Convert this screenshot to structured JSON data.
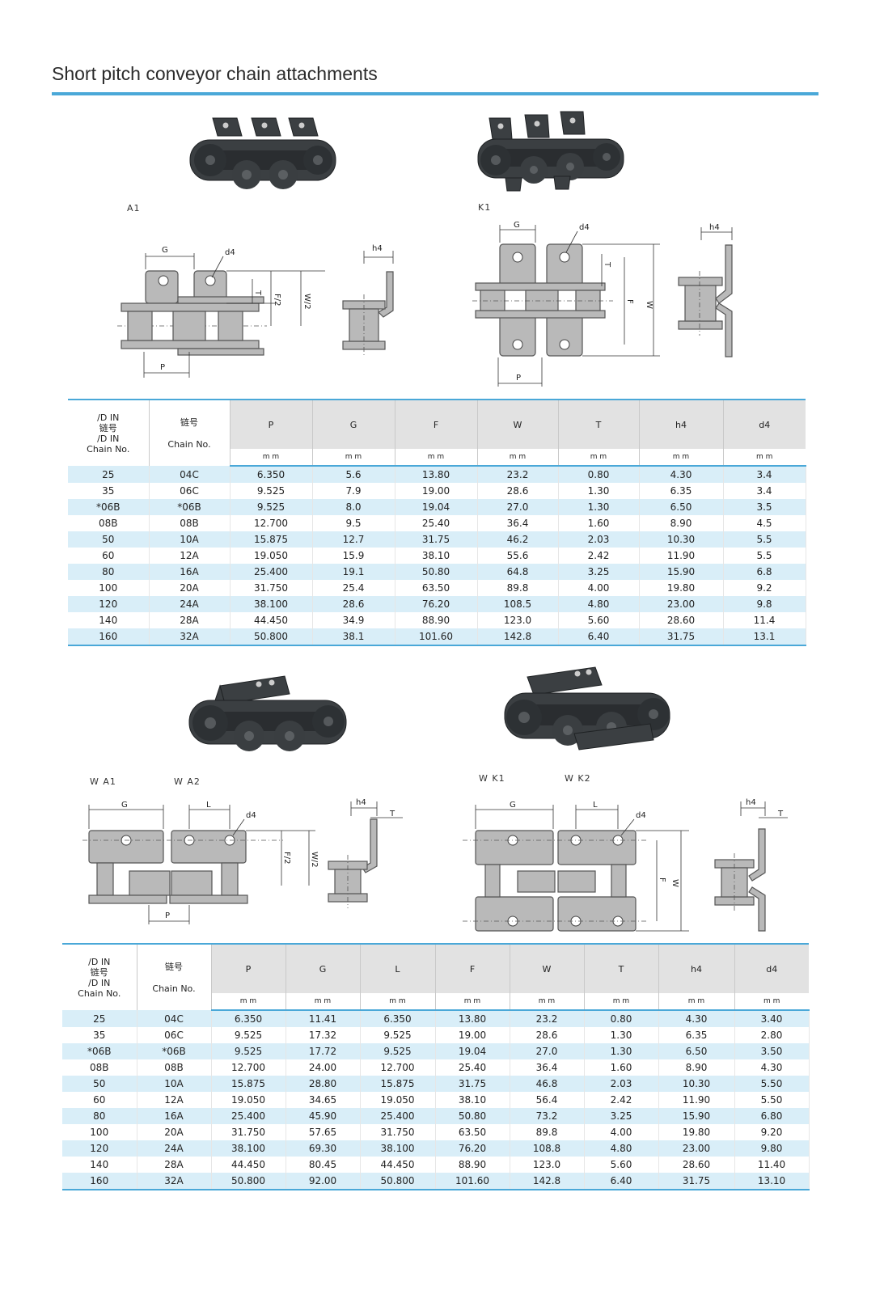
{
  "page": {
    "title": "Short pitch conveyor chain attachments"
  },
  "labels": {
    "a1": "A1",
    "k1": "K1",
    "wa1": "W A1",
    "wa2": "W A2",
    "wk1": "W K1",
    "wk2": "W K2"
  },
  "diagram_labels": {
    "G": "G",
    "d4": "d4",
    "h4": "h4",
    "T": "T",
    "P": "P",
    "F_half": "F/2",
    "W_half": "W/2",
    "F": "F",
    "W": "W",
    "L": "L"
  },
  "table1": {
    "header": {
      "din_line1": "/D IN",
      "din_cn": "链号",
      "din_line2": "/D IN",
      "din_en": "Chain No.",
      "chain_cn": "链号",
      "chain_en": "Chain No."
    },
    "columns": [
      "P",
      "G",
      "F",
      "W",
      "T",
      "h4",
      "d4"
    ],
    "unit": "m m",
    "rows": [
      [
        "25",
        "04C",
        "6.350",
        "5.6",
        "13.80",
        "23.2",
        "0.80",
        "4.30",
        "3.4"
      ],
      [
        "35",
        "06C",
        "9.525",
        "7.9",
        "19.00",
        "28.6",
        "1.30",
        "6.35",
        "3.4"
      ],
      [
        "*06B",
        "*06B",
        "9.525",
        "8.0",
        "19.04",
        "27.0",
        "1.30",
        "6.50",
        "3.5"
      ],
      [
        "08B",
        "08B",
        "12.700",
        "9.5",
        "25.40",
        "36.4",
        "1.60",
        "8.90",
        "4.5"
      ],
      [
        "50",
        "10A",
        "15.875",
        "12.7",
        "31.75",
        "46.2",
        "2.03",
        "10.30",
        "5.5"
      ],
      [
        "60",
        "12A",
        "19.050",
        "15.9",
        "38.10",
        "55.6",
        "2.42",
        "11.90",
        "5.5"
      ],
      [
        "80",
        "16A",
        "25.400",
        "19.1",
        "50.80",
        "64.8",
        "3.25",
        "15.90",
        "6.8"
      ],
      [
        "100",
        "20A",
        "31.750",
        "25.4",
        "63.50",
        "89.8",
        "4.00",
        "19.80",
        "9.2"
      ],
      [
        "120",
        "24A",
        "38.100",
        "28.6",
        "76.20",
        "108.5",
        "4.80",
        "23.00",
        "9.8"
      ],
      [
        "140",
        "28A",
        "44.450",
        "34.9",
        "88.90",
        "123.0",
        "5.60",
        "28.60",
        "11.4"
      ],
      [
        "160",
        "32A",
        "50.800",
        "38.1",
        "101.60",
        "142.8",
        "6.40",
        "31.75",
        "13.1"
      ]
    ]
  },
  "table2": {
    "header": {
      "din_line1": "/D IN",
      "din_cn": "链号",
      "din_line2": "/D IN",
      "din_en": "Chain No.",
      "chain_cn": "链号",
      "chain_en": "Chain No."
    },
    "columns": [
      "P",
      "G",
      "L",
      "F",
      "W",
      "T",
      "h4",
      "d4"
    ],
    "unit": "m m",
    "rows": [
      [
        "25",
        "04C",
        "6.350",
        "11.41",
        "6.350",
        "13.80",
        "23.2",
        "0.80",
        "4.30",
        "3.40"
      ],
      [
        "35",
        "06C",
        "9.525",
        "17.32",
        "9.525",
        "19.00",
        "28.6",
        "1.30",
        "6.35",
        "2.80"
      ],
      [
        "*06B",
        "*06B",
        "9.525",
        "17.72",
        "9.525",
        "19.04",
        "27.0",
        "1.30",
        "6.50",
        "3.50"
      ],
      [
        "08B",
        "08B",
        "12.700",
        "24.00",
        "12.700",
        "25.40",
        "36.4",
        "1.60",
        "8.90",
        "4.30"
      ],
      [
        "50",
        "10A",
        "15.875",
        "28.80",
        "15.875",
        "31.75",
        "46.8",
        "2.03",
        "10.30",
        "5.50"
      ],
      [
        "60",
        "12A",
        "19.050",
        "34.65",
        "19.050",
        "38.10",
        "56.4",
        "2.42",
        "11.90",
        "5.50"
      ],
      [
        "80",
        "16A",
        "25.400",
        "45.90",
        "25.400",
        "50.80",
        "73.2",
        "3.25",
        "15.90",
        "6.80"
      ],
      [
        "100",
        "20A",
        "31.750",
        "57.65",
        "31.750",
        "63.50",
        "89.8",
        "4.00",
        "19.80",
        "9.20"
      ],
      [
        "120",
        "24A",
        "38.100",
        "69.30",
        "38.100",
        "76.20",
        "108.8",
        "4.80",
        "23.00",
        "9.80"
      ],
      [
        "140",
        "28A",
        "44.450",
        "80.45",
        "44.450",
        "88.90",
        "123.0",
        "5.60",
        "28.60",
        "11.40"
      ],
      [
        "160",
        "32A",
        "50.800",
        "92.00",
        "50.800",
        "101.60",
        "142.8",
        "6.40",
        "31.75",
        "13.10"
      ]
    ]
  }
}
